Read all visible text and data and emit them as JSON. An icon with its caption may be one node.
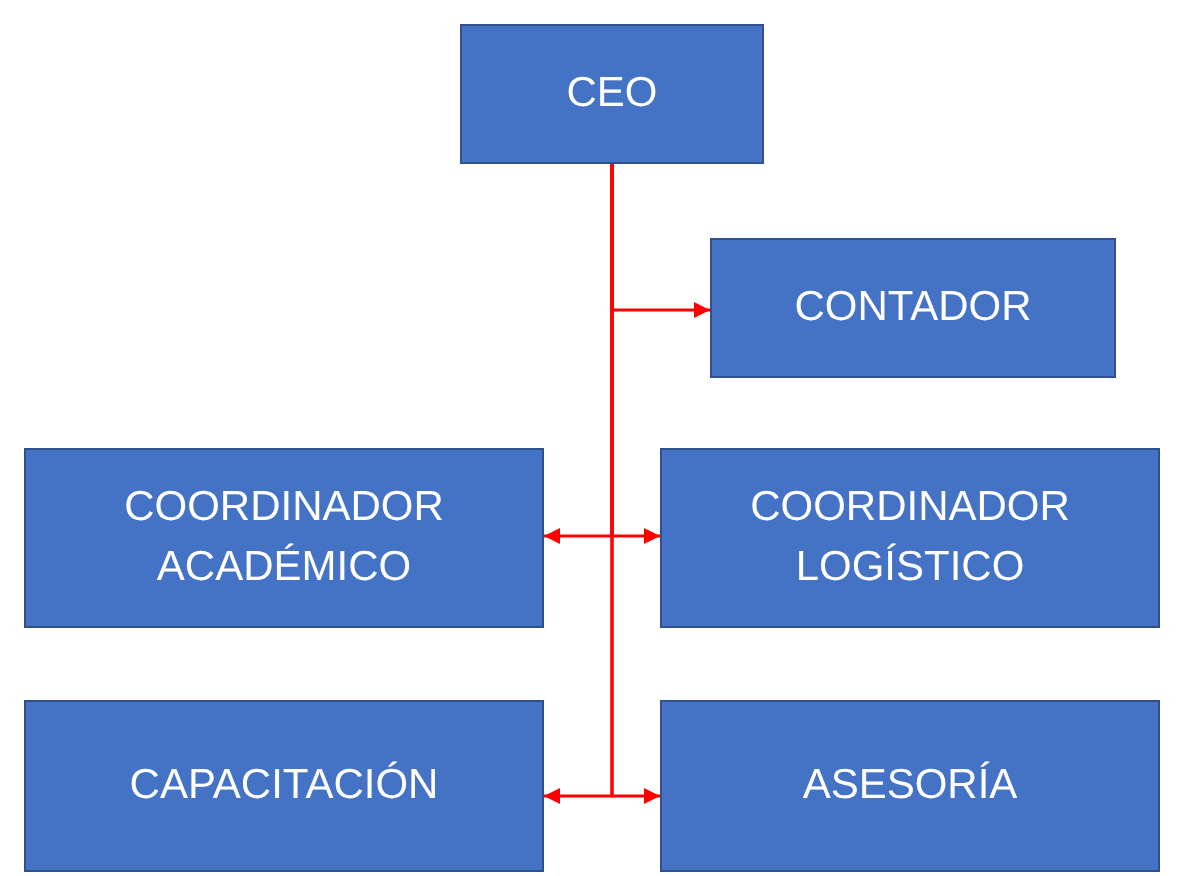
{
  "diagram": {
    "nodes": [
      {
        "text": [
          "CEO"
        ]
      },
      {
        "text": [
          "CONTADOR"
        ]
      },
      {
        "text": [
          "COORDINADOR ACADÉMICO"
        ]
      },
      {
        "text": [
          "COORDINADOR LOGÍSTICO"
        ]
      },
      {
        "text": [
          "CAPACITACIÓN"
        ]
      },
      {
        "text": [
          "ASESORÍA"
        ]
      }
    ],
    "edges": [
      {
        "from": 0,
        "to": 1,
        "arrow": "to",
        "color": "#ff0000"
      },
      {
        "from": 0,
        "to": 2,
        "arrow": "to",
        "color": "#ff0000"
      },
      {
        "from": 0,
        "to": 3,
        "arrow": "to",
        "color": "#ff0000"
      },
      {
        "from": 0,
        "to": 4,
        "arrow": "to",
        "color": "#ff0000"
      },
      {
        "from": 0,
        "to": 5,
        "arrow": "to",
        "color": "#ff0000"
      }
    ]
  }
}
